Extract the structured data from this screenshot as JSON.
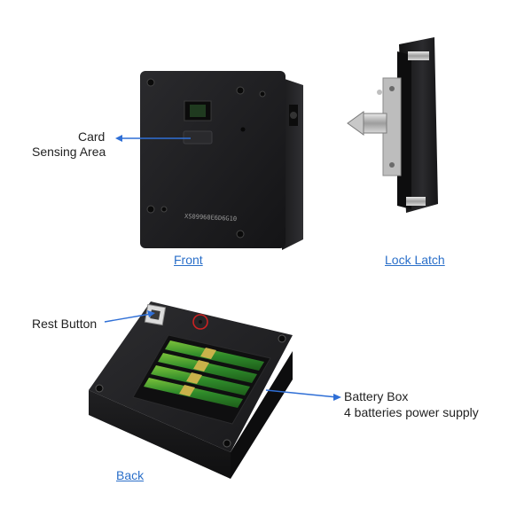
{
  "annotations": {
    "card_line1": "Card",
    "card_line2": "Sensing Area",
    "rest_button": "Rest Button",
    "battery_line1": "Battery Box",
    "battery_line2": "4 batteries power supply"
  },
  "captions": {
    "front": "Front",
    "lock_latch": "Lock Latch",
    "back": "Back"
  },
  "device": {
    "serial_text": "XS09960E6D6G10"
  },
  "colors": {
    "arrow": "#2f6fd6",
    "caption": "#2a6fc9",
    "device_body": "#1c1c1e",
    "battery_green": "#2f8a2a",
    "battery_gold": "#c9b24a",
    "highlight_circle": "#cc2222"
  }
}
